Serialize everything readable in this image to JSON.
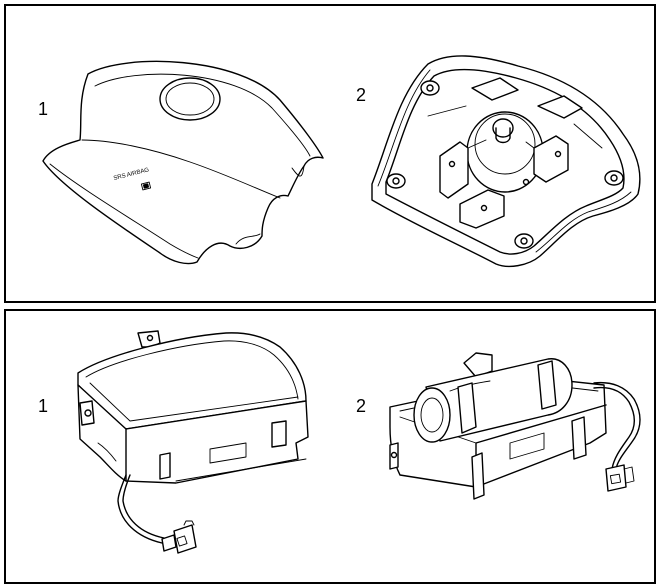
{
  "top_panel": {
    "item1": {
      "number": "1",
      "label_text": "SRS AIRBAG"
    },
    "item2": {
      "number": "2"
    }
  },
  "bottom_panel": {
    "item1": {
      "number": "1"
    },
    "item2": {
      "number": "2"
    }
  }
}
